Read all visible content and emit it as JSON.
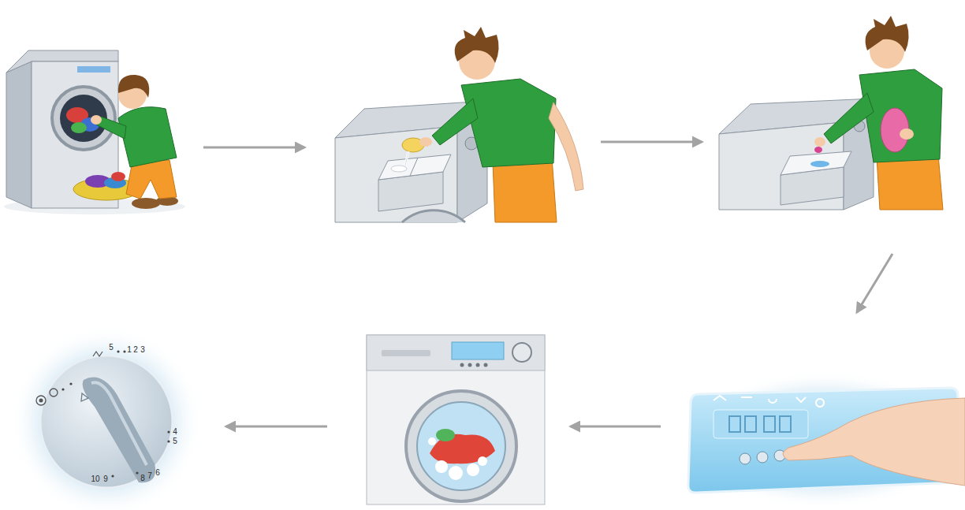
{
  "diagram": {
    "labels": [
      "5",
      "1",
      "2",
      "3",
      "4",
      "5",
      "6",
      "7",
      "8",
      "9",
      "10"
    ]
  }
}
